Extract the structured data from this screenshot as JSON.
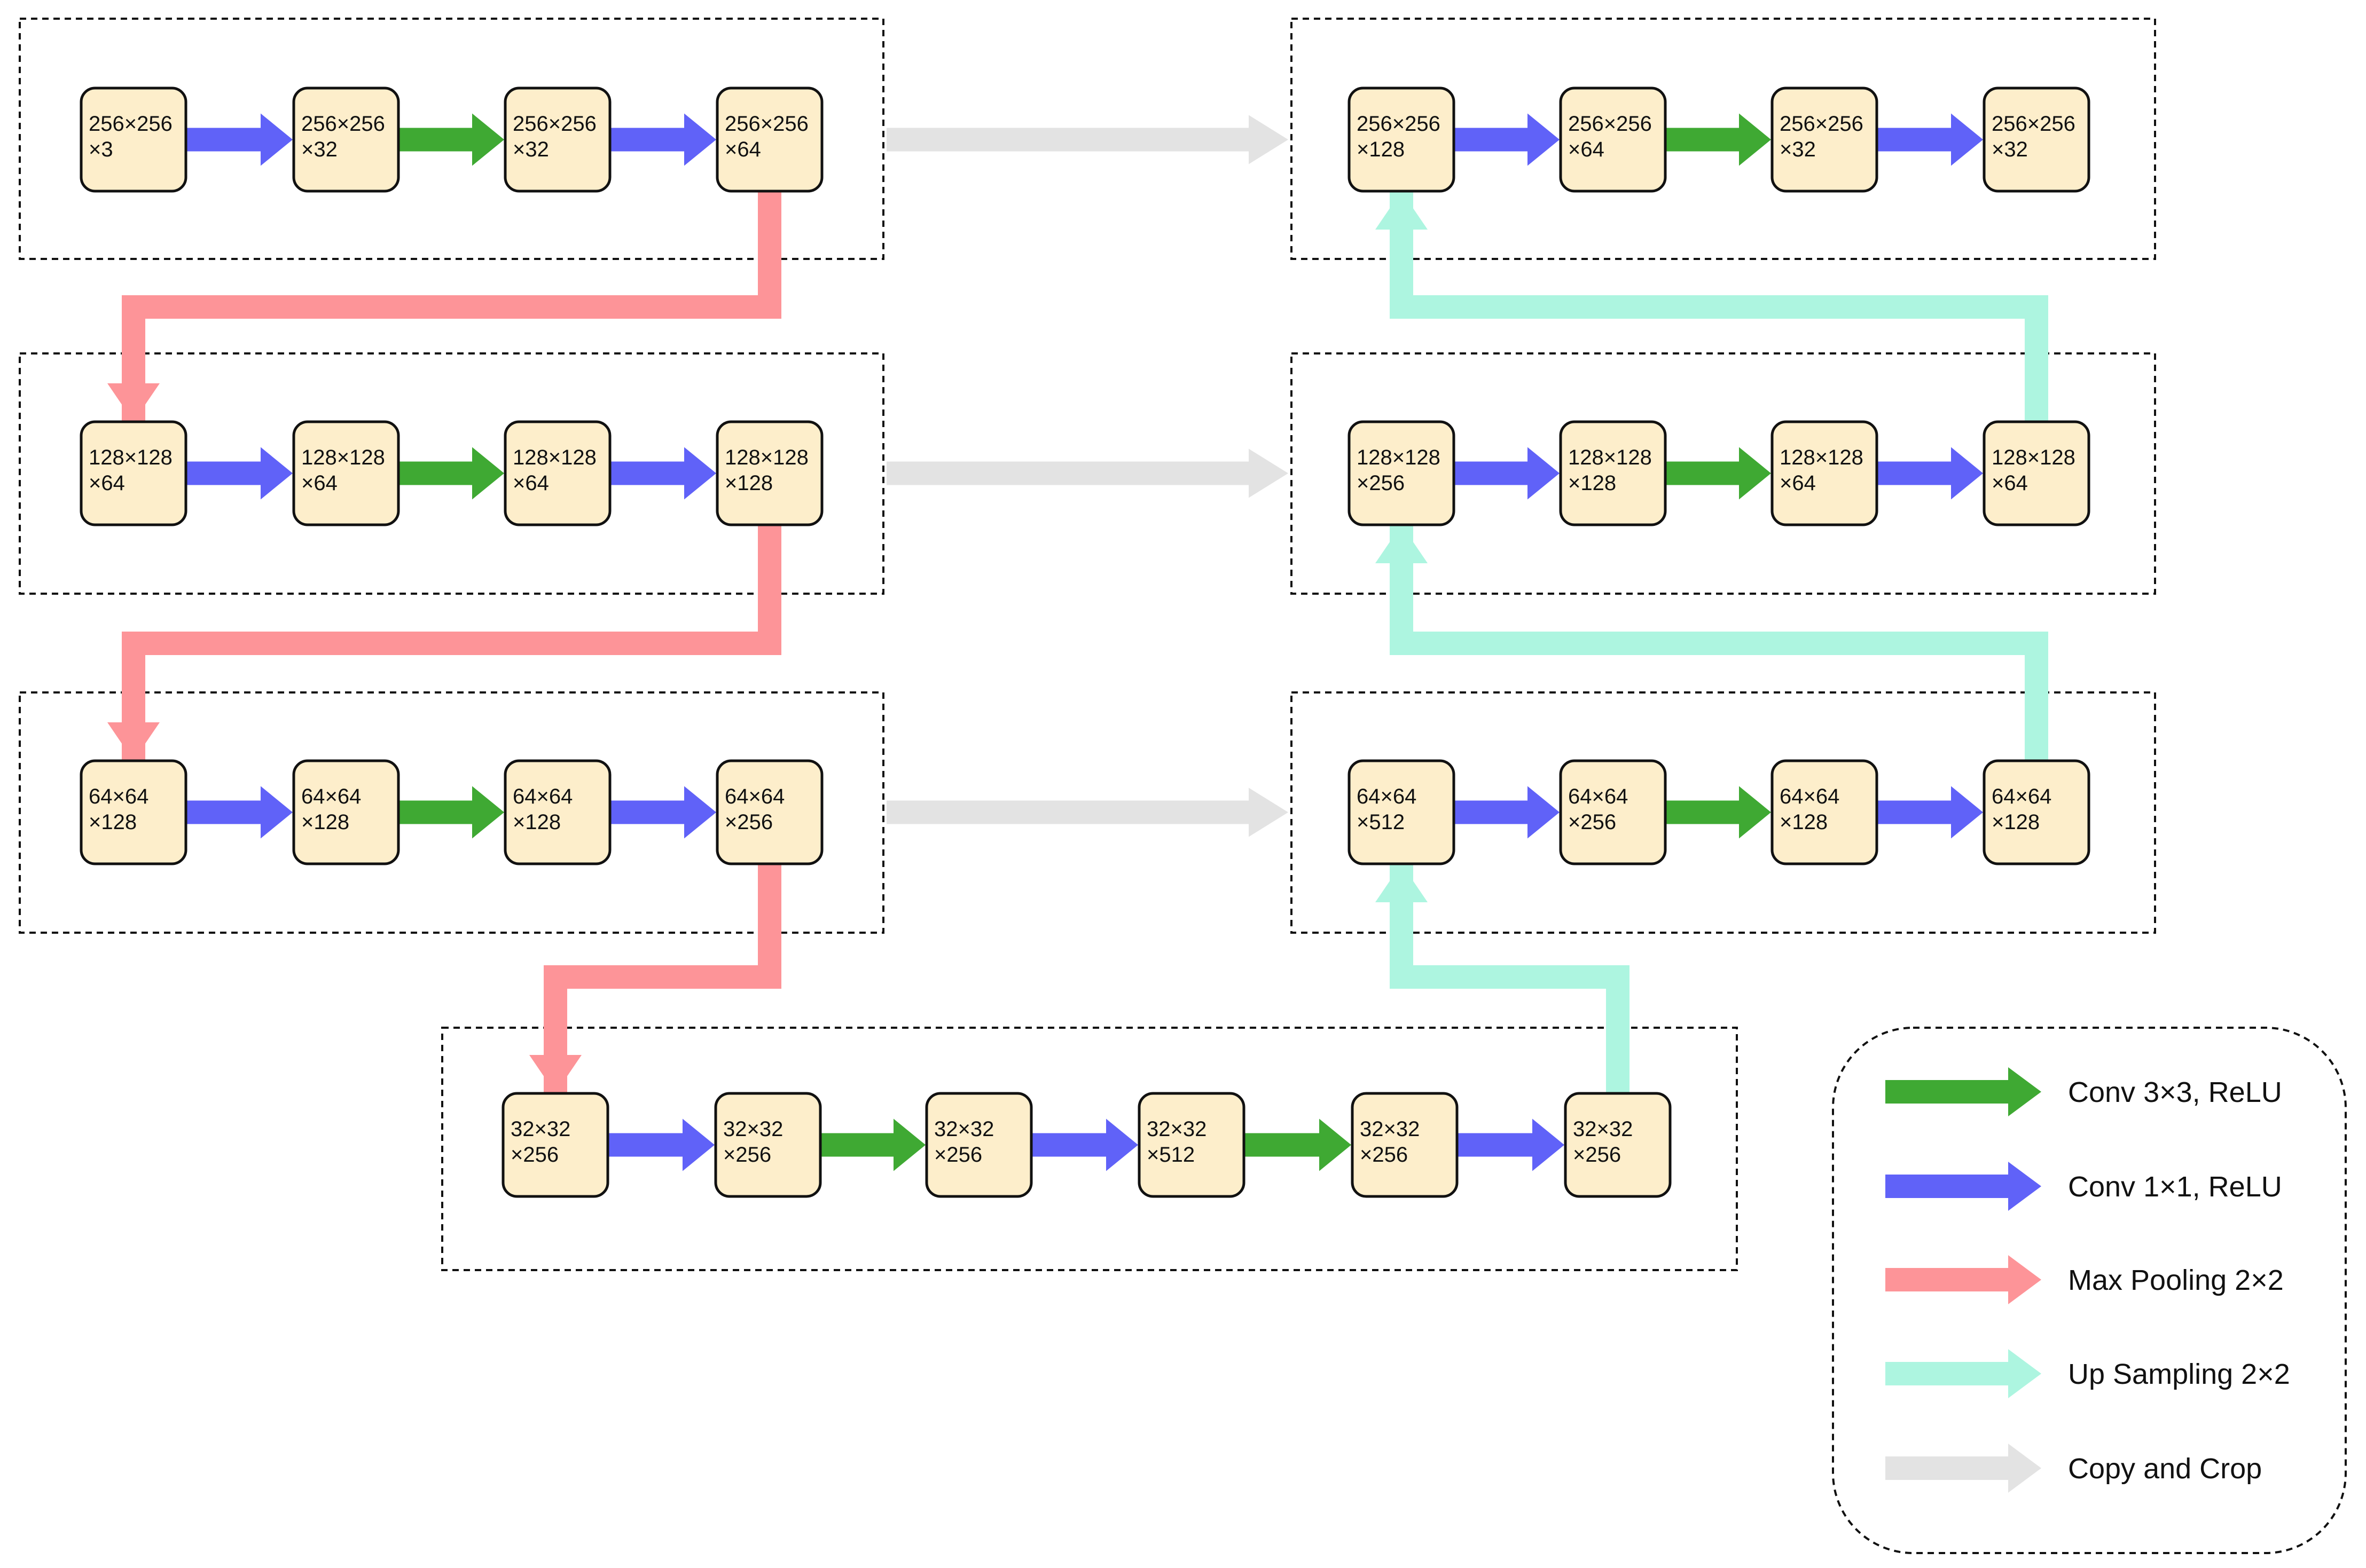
{
  "colors": {
    "conv3": "#3fa933",
    "conv1": "#6062f8",
    "pool": "#fd9498",
    "up": "#adf5e0",
    "copy": "#e3e3e3",
    "node_fill": "#fdeecb",
    "node_stroke": "#111111"
  },
  "encoder": [
    {
      "nodes": [
        [
          "256×256",
          "×3"
        ],
        [
          "256×256",
          "×32"
        ],
        [
          "256×256",
          "×32"
        ],
        [
          "256×256",
          "×64"
        ]
      ],
      "ops": [
        "conv1",
        "conv3",
        "conv1"
      ]
    },
    {
      "nodes": [
        [
          "128×128",
          "×64"
        ],
        [
          "128×128",
          "×64"
        ],
        [
          "128×128",
          "×64"
        ],
        [
          "128×128",
          "×128"
        ]
      ],
      "ops": [
        "conv1",
        "conv3",
        "conv1"
      ]
    },
    {
      "nodes": [
        [
          "64×64",
          "×128"
        ],
        [
          "64×64",
          "×128"
        ],
        [
          "64×64",
          "×128"
        ],
        [
          "64×64",
          "×256"
        ]
      ],
      "ops": [
        "conv1",
        "conv3",
        "conv1"
      ]
    }
  ],
  "bottleneck": {
    "nodes": [
      [
        "32×32",
        "×256"
      ],
      [
        "32×32",
        "×256"
      ],
      [
        "32×32",
        "×256"
      ],
      [
        "32×32",
        "×512"
      ],
      [
        "32×32",
        "×256"
      ],
      [
        "32×32",
        "×256"
      ]
    ],
    "ops": [
      "conv1",
      "conv3",
      "conv1",
      "conv3",
      "conv1"
    ]
  },
  "decoder": [
    {
      "nodes": [
        [
          "256×256",
          "×128"
        ],
        [
          "256×256",
          "×64"
        ],
        [
          "256×256",
          "×32"
        ],
        [
          "256×256",
          "×32"
        ]
      ],
      "ops": [
        "conv1",
        "conv3",
        "conv1"
      ]
    },
    {
      "nodes": [
        [
          "128×128",
          "×256"
        ],
        [
          "128×128",
          "×128"
        ],
        [
          "128×128",
          "×64"
        ],
        [
          "128×128",
          "×64"
        ]
      ],
      "ops": [
        "conv1",
        "conv3",
        "conv1"
      ]
    },
    {
      "nodes": [
        [
          "64×64",
          "×512"
        ],
        [
          "64×64",
          "×256"
        ],
        [
          "64×64",
          "×128"
        ],
        [
          "64×64",
          "×128"
        ]
      ],
      "ops": [
        "conv1",
        "conv3",
        "conv1"
      ]
    }
  ],
  "legend": [
    {
      "op": "conv3",
      "label": "Conv 3×3,  ReLU"
    },
    {
      "op": "conv1",
      "label": "Conv 1×1,  ReLU"
    },
    {
      "op": "pool",
      "label": "Max Pooling 2×2"
    },
    {
      "op": "up",
      "label": "Up Sampling 2×2"
    },
    {
      "op": "copy",
      "label": "Copy and Crop"
    }
  ]
}
